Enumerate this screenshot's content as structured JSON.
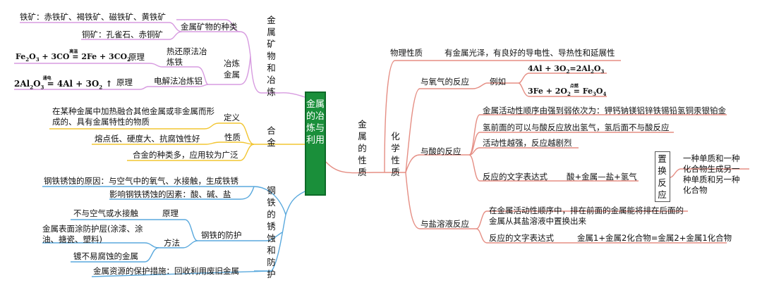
{
  "center": "金属的冶炼与利用",
  "left": {
    "ore": {
      "title": "金属矿物和冶炼",
      "types_label": "金属矿物的种类",
      "iron_ore": "铁矿：赤铁矿、褐铁矿、磁铁矿、黄铁矿",
      "copper_ore": "铜矿：孔雀石、赤铜矿",
      "smelting_label": "冶炼金属",
      "hot_reduce": "热还原法冶炼铁",
      "electrolysis": "电解法冶炼铝",
      "principle1": "原理",
      "principle2": "原理",
      "cond1": "高温",
      "cond2": "通电"
    },
    "alloy": {
      "title": "合金",
      "def_label": "定义",
      "def_text": "在某种金属中加热融合其他金属或非金属而形成的、具有金属特性的物质",
      "prop_label": "性质",
      "prop_text": "熔点低、硬度大、抗腐蚀性好",
      "kinds_text": "合金的种类多，应用较为广泛"
    },
    "rust": {
      "title": "钢铁的锈蚀和防护",
      "cause": "钢铁锈蚀的原因：与空气中的氧气、水接触，生成铁锈",
      "factors": "影响钢铁锈蚀的因素：酸、碱、盐",
      "protect_label": "钢铁的防护",
      "principle_label": "原理",
      "principle_text": "不与空气或水接触",
      "method_label": "方法",
      "method1": "金属表面涂防护层(涂漆、涂油、搪瓷、塑料)",
      "method2": "镀不易腐蚀的金属",
      "resource": "金属资源的保护措施：回收利用废旧金属"
    }
  },
  "right": {
    "title": "金属的性质",
    "physical_label": "物理性质",
    "physical_text": "有金属光泽，有良好的导电性、导热性和延展性",
    "chem_label": "化学性质",
    "oxygen_label": "与氧气的反应",
    "example_label": "例如",
    "acid_label": "与酸的反应",
    "activity": "金属活动性顺序由强到弱依次为：钾钙钠镁铝锌铁锡铅氢铜汞银铂金",
    "h_rule": "氢前面的可以与酸反应放出氢气，氢后面不与酸反应",
    "stronger": "活动性越强，反应越剧烈",
    "word_eq_label": "反应的文字表达式",
    "acid_eq": "酸+金属—盐+氢气",
    "replace_label": "置换反应",
    "replace_text": "一种单质和一种化合物生成另一种单质和另一种化合物",
    "salt_label": "与盐溶液反应",
    "salt_text": "在金属活动性顺序中，排在前面的金属能将排在后面的金属从其盐溶液中置换出来",
    "salt_eq_label": "反应的文字表达式",
    "salt_eq": "金属1+金属2化合物=金属2+金属1化合物",
    "cond3": "点燃"
  },
  "colors": {
    "ore_branch": "#d79be0",
    "alloy_branch": "#f2c531",
    "rust_branch": "#5aa9dd",
    "right_branch": "#e58e84",
    "center_fill": "#1a8f3a"
  }
}
